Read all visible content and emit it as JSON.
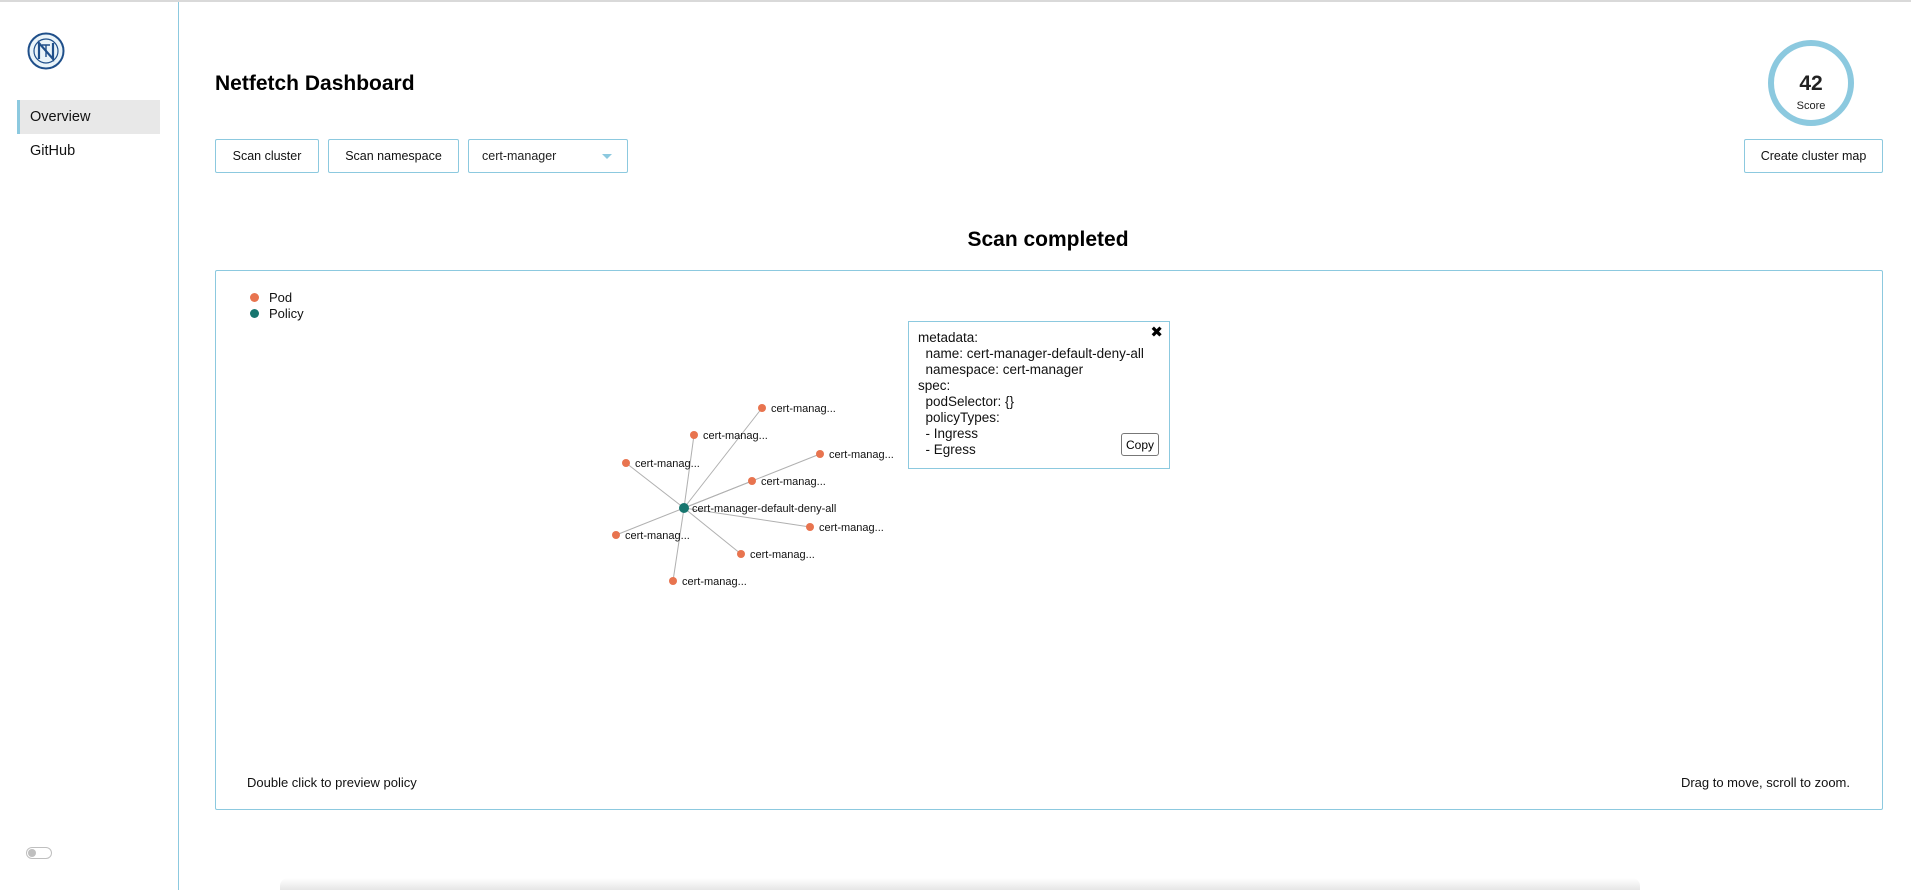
{
  "colors": {
    "accent": "#8cc9df",
    "pod": "#e8744f",
    "policy": "#17766f",
    "edge": "#b0b0b0"
  },
  "sidebar": {
    "logo_icon": "netfetch-logo",
    "items": [
      {
        "label": "Overview",
        "active": true
      },
      {
        "label": "GitHub",
        "active": false
      }
    ],
    "theme_toggle": {
      "icon": "toggle-switch",
      "on": false
    }
  },
  "header": {
    "title": "Netfetch Dashboard",
    "buttons": {
      "scan_cluster": "Scan cluster",
      "scan_namespace": "Scan namespace",
      "create_cluster_map": "Create cluster map"
    },
    "namespace_select": {
      "value": "cert-manager"
    },
    "score": {
      "value": "42",
      "label": "Score"
    }
  },
  "main": {
    "status": "Scan completed",
    "legend": [
      {
        "label": "Pod",
        "color": "#e8744f"
      },
      {
        "label": "Policy",
        "color": "#17766f"
      }
    ],
    "graph": {
      "center_label": "cert-manager-default-deny-all",
      "pod_labels": [
        "cert-manag...",
        "cert-manag...",
        "cert-manag...",
        "cert-manag...",
        "cert-manag...",
        "cert-manag...",
        "cert-manag...",
        "cert-manag...",
        "cert-manag..."
      ]
    },
    "preview": {
      "content": "metadata:\n  name: cert-manager-default-deny-all\n  namespace: cert-manager\nspec:\n  podSelector: {}\n  policyTypes:\n  - Ingress\n  - Egress",
      "close_icon": "close-icon",
      "close_glyph": "✖",
      "copy_label": "Copy"
    },
    "hint_left": "Double click to preview policy",
    "hint_right": "Drag to move, scroll to zoom."
  }
}
